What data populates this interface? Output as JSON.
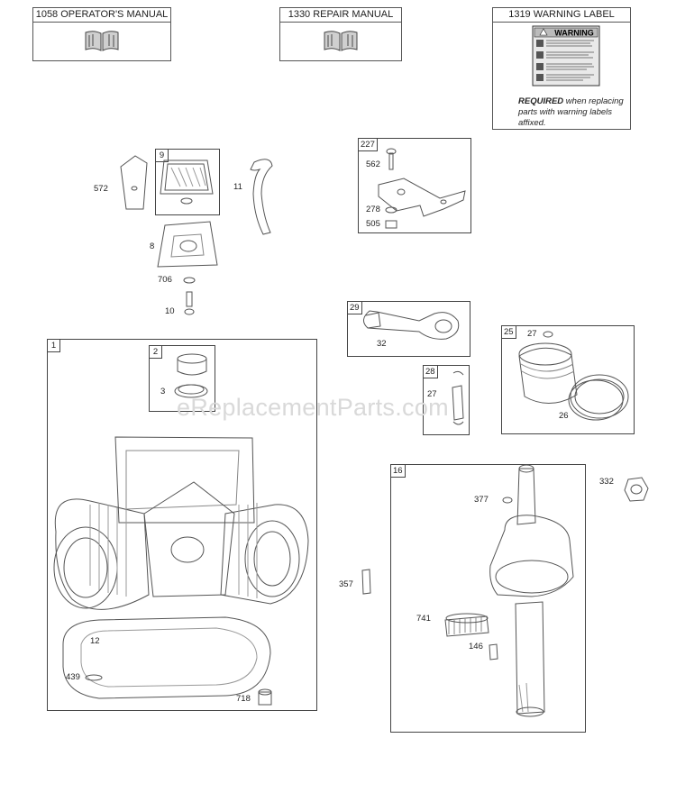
{
  "header_boxes": {
    "operators_manual": "1058 OPERATOR'S MANUAL",
    "repair_manual": "1330 REPAIR MANUAL",
    "warning_label": "1319 WARNING LABEL"
  },
  "warning_sticker": {
    "title": "WARNING"
  },
  "warning_note": {
    "required": "REQUIRED",
    "text": "when replacing parts with warning labels affixed."
  },
  "watermark": "eReplacementParts.com",
  "boxes": {
    "b9": "9",
    "b227": "227",
    "b29": "29",
    "b1": "1",
    "b2": "2",
    "b28": "28",
    "b25": "25",
    "b16": "16"
  },
  "labels": {
    "p572": "572",
    "p8": "8",
    "p11": "11",
    "p706": "706",
    "p10": "10",
    "p562": "562",
    "p278": "278",
    "p505": "505",
    "p32": "32",
    "p3": "3",
    "p27a": "27",
    "p27b": "27",
    "p26": "26",
    "p12": "12",
    "p439": "439",
    "p718": "718",
    "p357": "357",
    "p377": "377",
    "p741": "741",
    "p146": "146",
    "p332": "332"
  }
}
